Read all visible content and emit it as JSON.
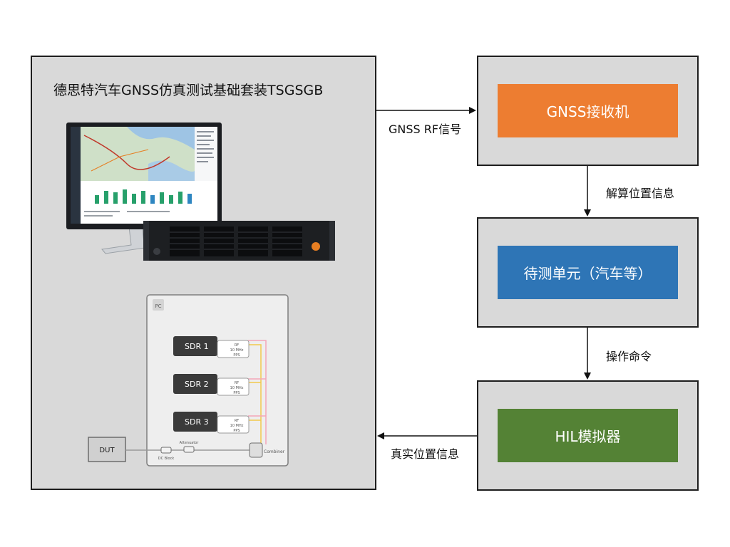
{
  "kit": {
    "title": "德思特汽车GNSS仿真测试基础套装TSGSGB"
  },
  "hardware": {
    "pc_label": "PC",
    "sdrs": [
      {
        "name": "SDR 1",
        "ports": [
          "RF",
          "10 MHz",
          "PPS"
        ]
      },
      {
        "name": "SDR 2",
        "ports": [
          "RF",
          "10 MHz",
          "PPS"
        ]
      },
      {
        "name": "SDR 3",
        "ports": [
          "RF",
          "10 MHz",
          "PPS"
        ]
      }
    ],
    "dut_label": "DUT",
    "dc_block_label": "DC Block",
    "attenuator_label": "Attenuator",
    "combiner_label": "Combiner"
  },
  "flow": {
    "receiver": "GNSS接收机",
    "unit": "待测单元（汽车等）",
    "hil": "HIL模拟器",
    "arrows": {
      "rf": "GNSS RF信号",
      "decode": "解算位置信息",
      "command": "操作命令",
      "truth": "真实位置信息"
    }
  },
  "colors": {
    "receiver": "#ed7d31",
    "unit": "#2e75b6",
    "hil": "#548235",
    "panel": "#d9d9d9"
  }
}
